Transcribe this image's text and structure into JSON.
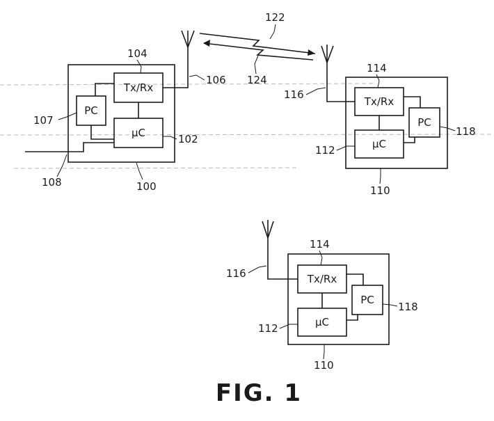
{
  "figure": {
    "caption": "FIG. 1"
  },
  "station_a": {
    "tx_rx": "Tx/Rx",
    "pc": "PC",
    "uc": "μC",
    "ref_tx_rx": "104",
    "ref_antenna_line": "106",
    "ref_pc": "107",
    "ref_uc": "102",
    "ref_bus": "108",
    "ref_unit": "100"
  },
  "link": {
    "ref_upper": "122",
    "ref_lower": "124"
  },
  "station_b": {
    "tx_rx": "Tx/Rx",
    "pc": "PC",
    "uc": "μC",
    "ref_tx_rx": "114",
    "ref_antenna_line": "116",
    "ref_pc": "118",
    "ref_uc": "112",
    "ref_unit": "110"
  },
  "station_c": {
    "tx_rx": "Tx/Rx",
    "pc": "PC",
    "uc": "μC",
    "ref_tx_rx": "114",
    "ref_antenna_line": "116",
    "ref_pc": "118",
    "ref_uc": "112",
    "ref_unit": "110"
  }
}
